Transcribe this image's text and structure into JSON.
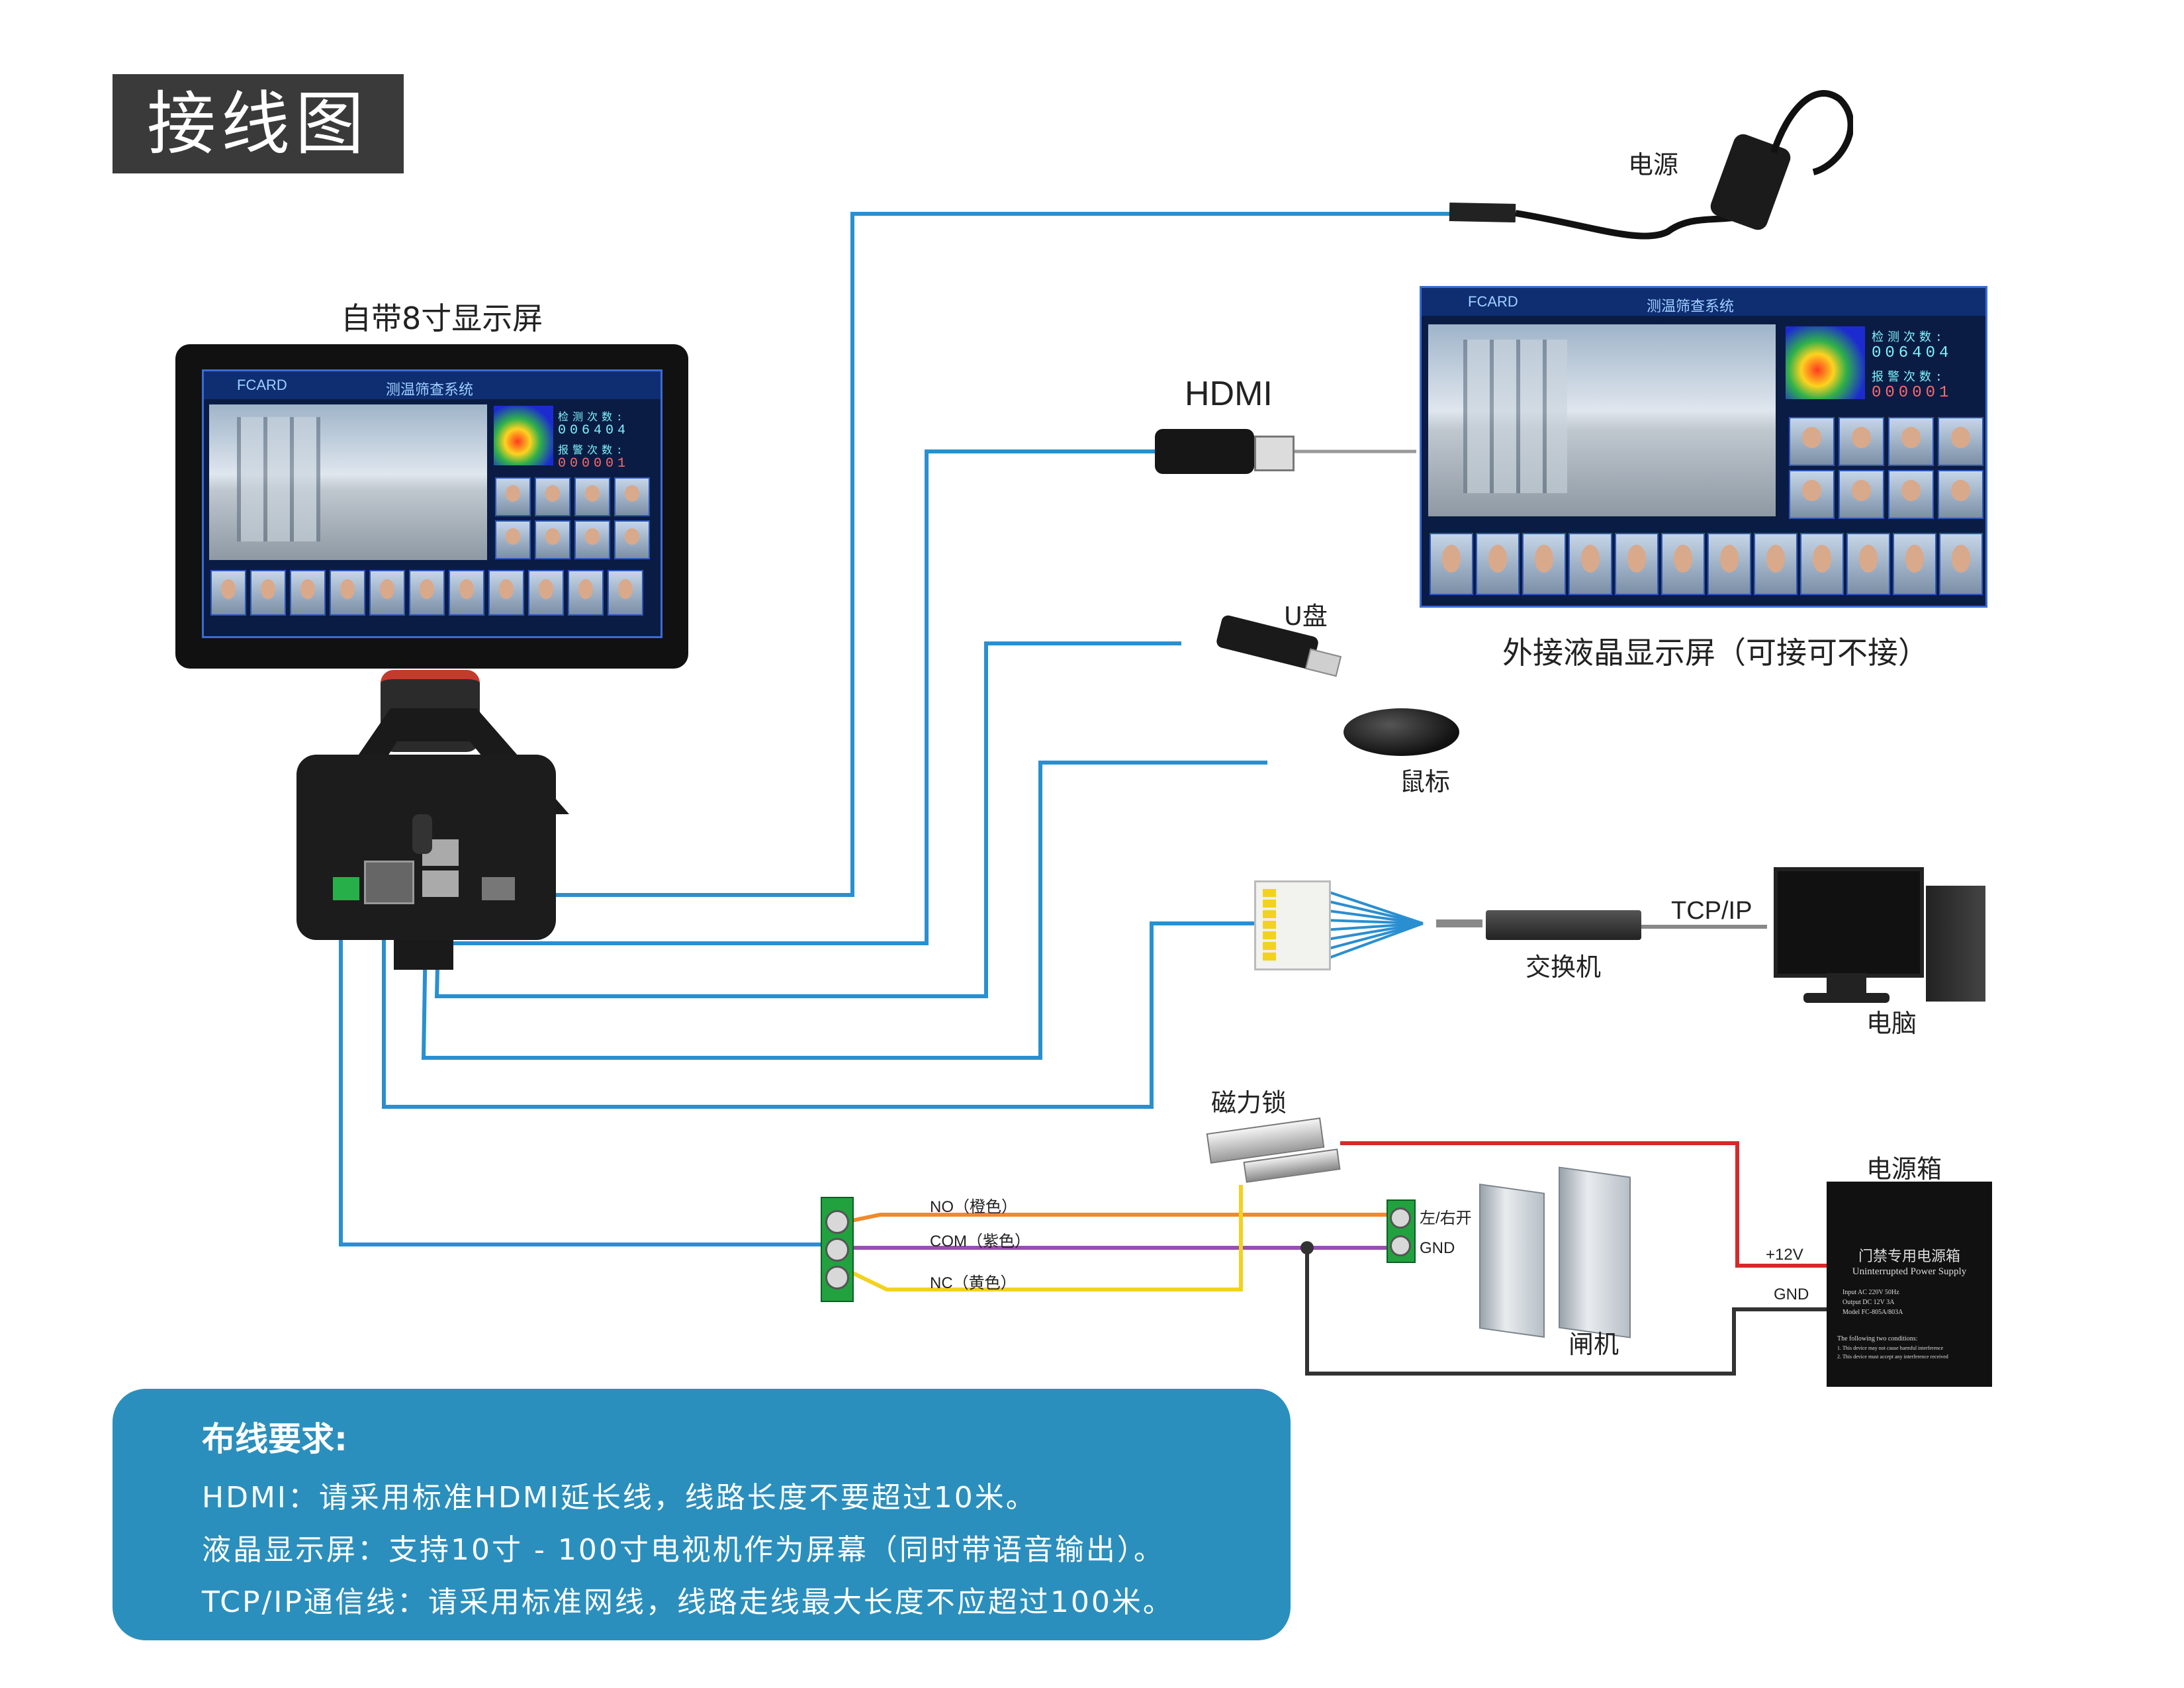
{
  "title": "接线图",
  "labels": {
    "builtin_screen": "自带8寸显示屏",
    "power": "电源",
    "hdmi": "HDMI",
    "external_screen": "外接液晶显示屏（可接可不接）",
    "usb": "U盘",
    "mouse": "鼠标",
    "switch": "交换机",
    "tcpip": "TCP/IP",
    "computer": "电脑",
    "maglock": "磁力锁",
    "psu_box": "电源箱",
    "no": "NO（橙色）",
    "com": "COM（紫色）",
    "nc": "NC（黄色）",
    "left_right_open": "左/右开",
    "gnd_term": "GND",
    "gate": "闸机",
    "plus12v": "+12V",
    "gnd_psu": "GND"
  },
  "screen_ui": {
    "brand": "FCARD",
    "system_title": "测温筛查系统",
    "detect_count_label": "检测次数:",
    "detect_count": "006404",
    "alarm_count_label": "报警次数:",
    "alarm_count": "000001"
  },
  "psu": {
    "title_cn": "门禁专用电源箱",
    "title_en": "Uninterrupted Power Supply",
    "input": "Input  AC 220V 50Hz",
    "output": "Output  DC 12V 3A",
    "model": "Model  FC-805A/803A",
    "conditions_title": "The following two conditions:",
    "cond1": "1. This device may not cause harmful interference",
    "cond2": "2. This device must accept any interference received"
  },
  "notes": {
    "title": "布线要求:",
    "line1": "HDMI：请采用标准HDMI延长线，线路长度不要超过10米。",
    "line2": "液晶显示屏：支持10寸 - 100寸电视机作为屏幕（同时带语音输出）。",
    "line3": "TCP/IP通信线：请采用标准网线，线路走线最大长度不应超过100米。"
  },
  "colors": {
    "wire_blue": "#2a8fd0",
    "wire_orange": "#f08a2a",
    "wire_purple": "#9a4fb0",
    "wire_yellow": "#f2d21e",
    "wire_red": "#d62a2a",
    "wire_dark": "#333333",
    "note_bg": "#2b8fbd",
    "title_bg": "#3a3a3a"
  }
}
